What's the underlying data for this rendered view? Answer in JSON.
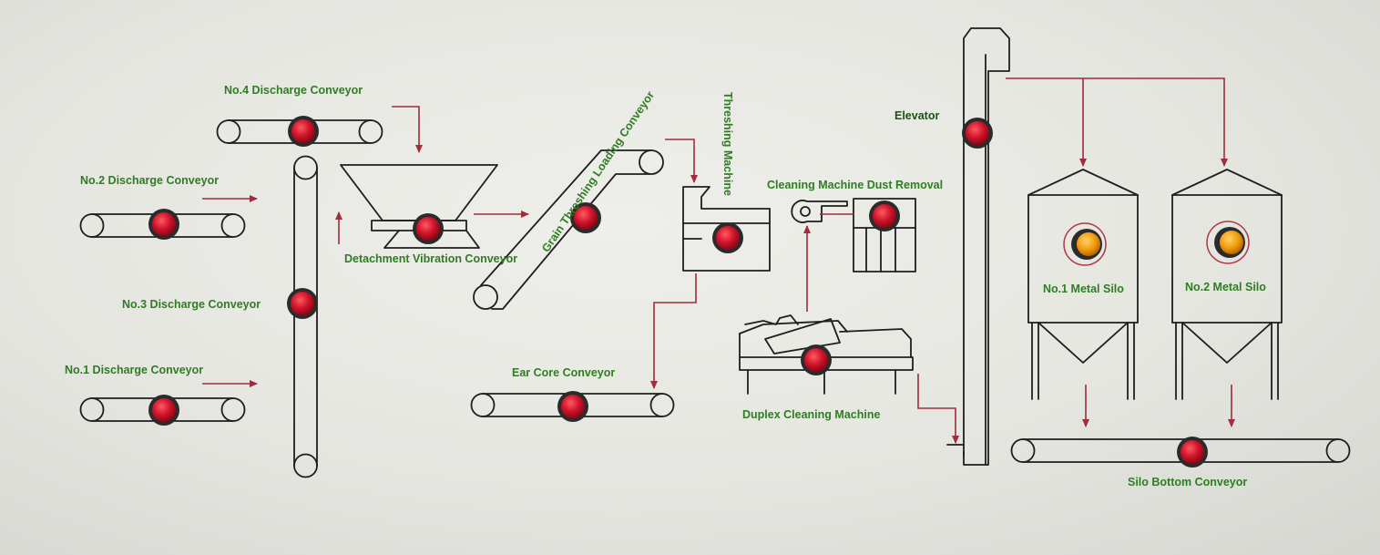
{
  "colors": {
    "line": "#1e1e1e",
    "flow": "#a12c3b",
    "label": "#2f7d22",
    "label_dark": "#1f4f1a",
    "lamp_red": "#d0142a",
    "lamp_amber": "#f29b0c",
    "background": "#e9e9e5"
  },
  "icons": {
    "red_lamp": "red-indicator-lamp-icon",
    "amber_lamp": "amber-indicator-lamp-icon"
  },
  "labels": {
    "no4_discharge": "No.4 Discharge Conveyor",
    "no2_discharge": "No.2 Discharge Conveyor",
    "no3_discharge": "No.3 Discharge Conveyor",
    "no1_discharge": "No.1 Discharge Conveyor",
    "detachment": "Detachment Vibration Conveyor",
    "grain_threshing": "Grain Threshing Loading Conveyor",
    "threshing_machine": "Threshing Machine",
    "cleaning_dust": "Cleaning Machine Dust Removal",
    "ear_core": "Ear Core Conveyor",
    "duplex_cleaning": "Duplex Cleaning Machine",
    "elevator": "Elevator",
    "no1_silo": "No.1 Metal Silo",
    "no2_silo": "No.2 Metal Silo",
    "silo_bottom": "Silo Bottom Conveyor"
  }
}
